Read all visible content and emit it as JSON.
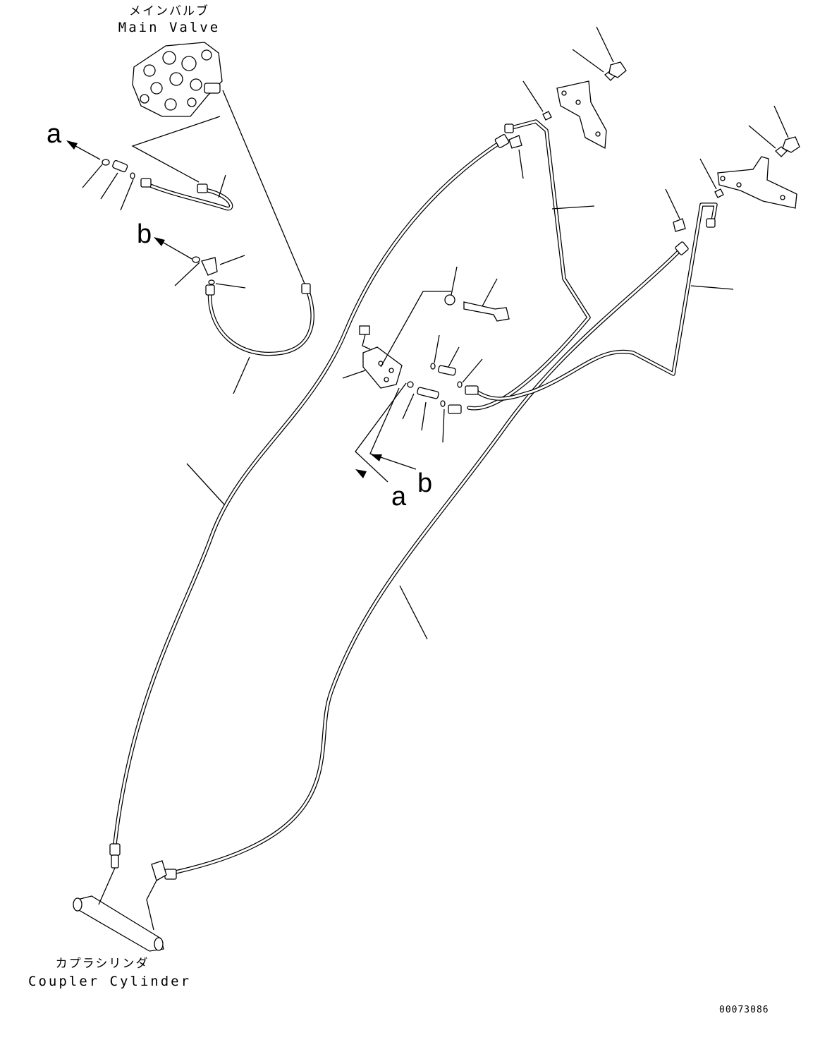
{
  "labels": {
    "main_valve_jp": "メインバルブ",
    "main_valve_en": "Main Valve",
    "coupler_cylinder_jp": "カプラシリンダ",
    "coupler_cylinder_en": "Coupler Cylinder",
    "ref_a": "a",
    "ref_b": "b",
    "drawing_number": "00073086"
  },
  "icons": [
    "arrow-a-icon",
    "arrow-b-icon"
  ]
}
